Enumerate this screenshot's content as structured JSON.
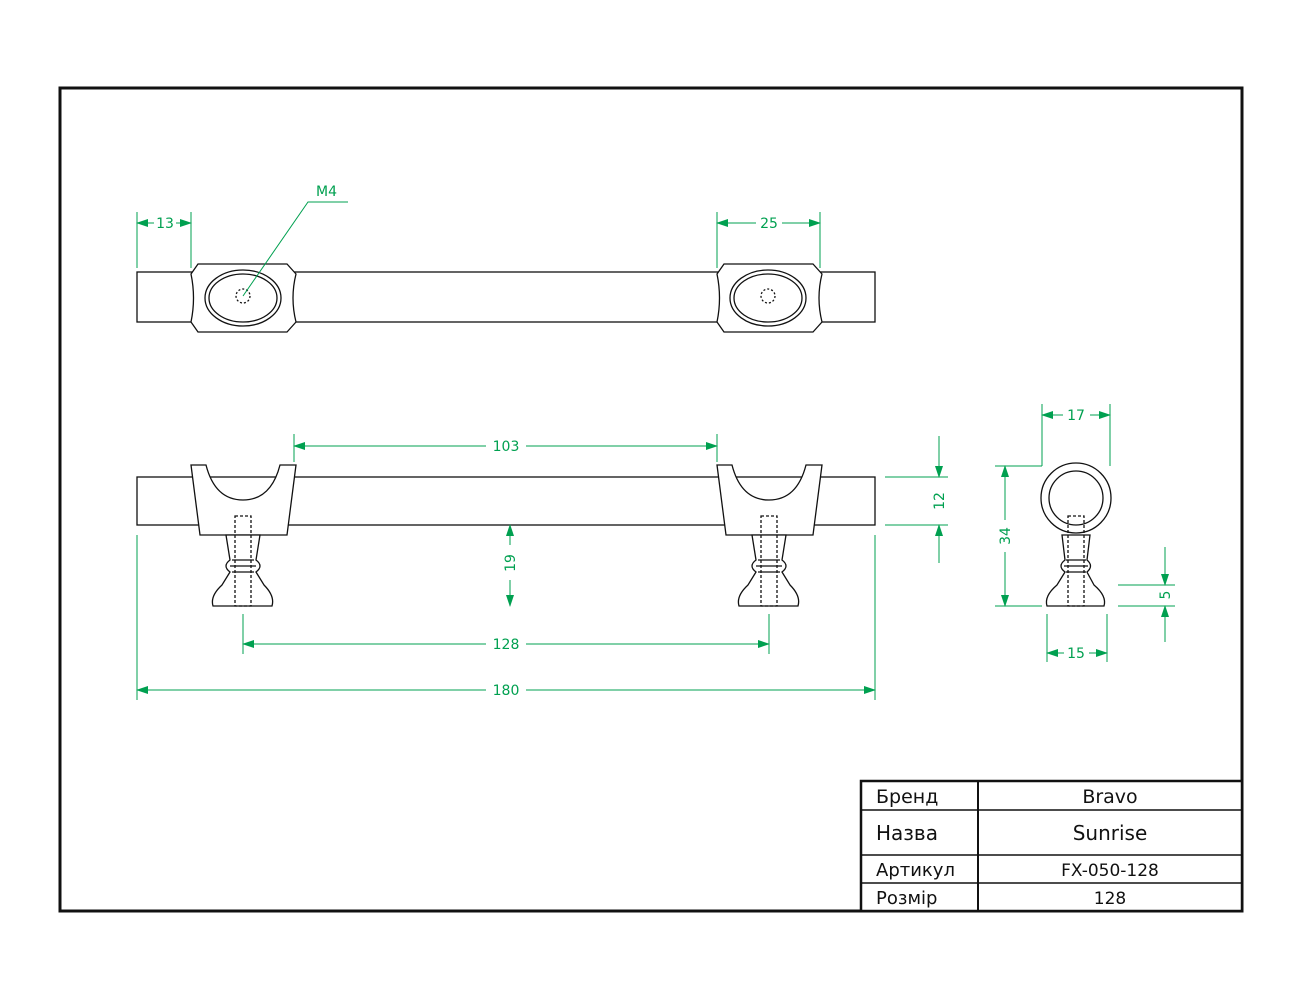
{
  "colors": {
    "outline": "#111111",
    "dimension": "#00a050",
    "background": "#ffffff"
  },
  "drawing": {
    "thread_label": "M4",
    "dims": {
      "top_left_offset": "13",
      "top_base_width": "25",
      "holes_inner": "103",
      "bar_height": "12",
      "post_height": "19",
      "center_to_center": "128",
      "overall_length": "180",
      "side_width": "17",
      "side_height": "34",
      "side_base_height": "5",
      "side_base_width": "15"
    }
  },
  "title_block": {
    "rows": [
      {
        "label": "Бренд",
        "value": "Bravo"
      },
      {
        "label": "Назва",
        "value": "Sunrise"
      },
      {
        "label": "Артикул",
        "value": "FX-050-128"
      },
      {
        "label": "Розмір",
        "value": "128"
      }
    ]
  }
}
